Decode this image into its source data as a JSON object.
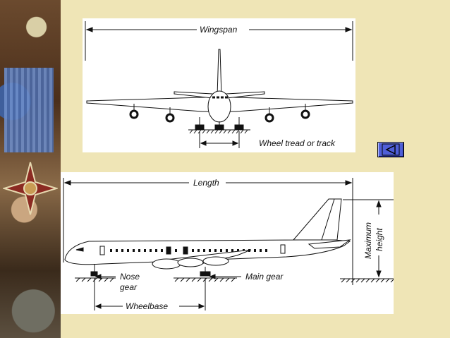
{
  "front_view": {
    "wingspan_label": "Wingspan",
    "wheel_tread_label": "Wheel tread or track"
  },
  "side_view": {
    "length_label": "Length",
    "maximum_label": "Maximum",
    "height_label": "height",
    "nose_label": "Nose",
    "gear_label": "gear",
    "main_gear_label": "Main gear",
    "wheelbase_label": "Wheelbase"
  },
  "navigation": {
    "back_icon": "triangle-left-icon",
    "accent_color": "#4f5fd8"
  }
}
